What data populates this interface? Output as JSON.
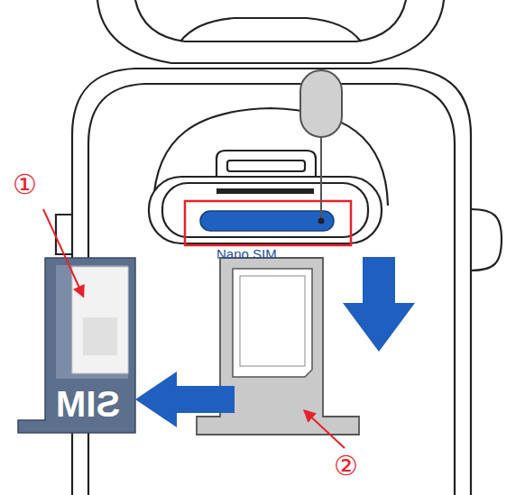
{
  "diagram": {
    "labels": [
      "①",
      "Nano SIM",
      "SIM",
      "②"
    ]
  }
}
